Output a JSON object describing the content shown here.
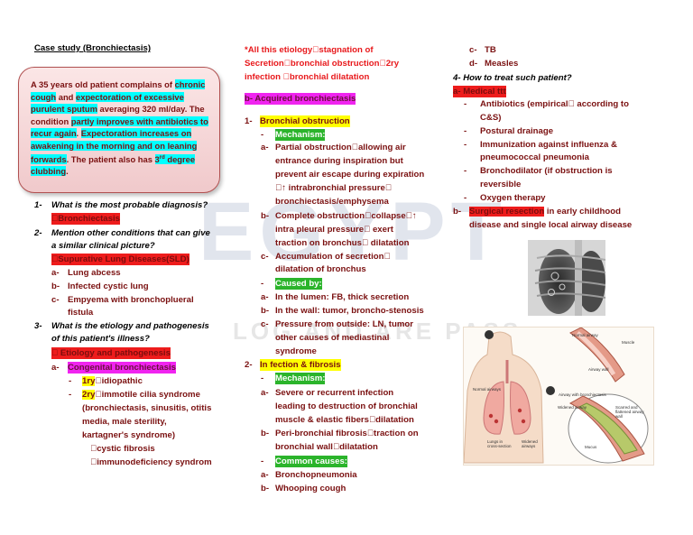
{
  "watermark": {
    "big": "EGYPT",
    "small": "LOG AND ARE PASS"
  },
  "case": {
    "heading": "Case study (Bronchiectasis)",
    "box_lines": [
      "A 35 years old patient complains of chronic",
      "cough and expectoration of excessive",
      "purulent sputum averaging 320 ml/day. The",
      "condition partly improves with antibiotics to",
      "recur again. Expectoration increases on",
      "awakening in the morning and on leaning",
      "forwards. The patient also has 3rd degree",
      "clubbing."
    ]
  },
  "col1": {
    "q1_num": "1-",
    "q1": "What is the most probable diagnosis?",
    "a1": "\u0000Bronchiectasis",
    "q2_num": "2-",
    "q2a": "Mention other conditions that can give",
    "q2b": "a similar clinical picture?",
    "a2_head": "\u0000Supurative Lung Diseases(SLD)",
    "a2_items": [
      {
        "m": "a-",
        "t": "Lung abcess"
      },
      {
        "m": "b-",
        "t": "Infected cystic lung"
      },
      {
        "m": "c-",
        "t": "Empyema with bronchoplueral"
      },
      {
        "m": "",
        "t": "fistula"
      }
    ],
    "q3_num": "3-",
    "q3a": "What is the etiology and pathogenesis",
    "q3b": "of this patient's illness?",
    "a3_head": "\u0000 Etiology and pathogenesis",
    "a3_a_m": "a-",
    "a3_a": "Congenital bronchiectasis",
    "ry1_pre": "1ry",
    "ry1": "\u0000idiopathic",
    "ry2_pre": "2ry",
    "ry2": "\u0000immotile cilia syndrome",
    "ry2_lines": [
      "(bronchiectasis, sinusitis, otitis",
      "media, male sterility,",
      "kartagner's syndrome)"
    ],
    "sub1": "\u0000cystic fibrosis",
    "sub2": "\u0000immunodeficiency syndrom"
  },
  "col2": {
    "intro": [
      "*All this etiology\u0000stagnation of",
      "Secretion\u0000bronchial obstruction\u00002ry",
      "infection \u0000bronchial dilatation"
    ],
    "b_head": "b-   Acquired bronchiectasis",
    "s1_num": "1-",
    "s1": "Bronchial obstruction",
    "mech_label": "Mechanism:",
    "mech_items": [
      {
        "m": "a-",
        "lines": [
          "Partial obstruction\u0000allowing air",
          "entrance during inspiration but",
          "prevent air escape during expiration",
          "\u0000↑ intrabronchial pressure\u0000",
          "bronchiectasis/emphysema"
        ]
      },
      {
        "m": "b-",
        "lines": [
          "Complete obstruction\u0000collapse\u0000↑",
          "intra pleural pressure\u0000 exert",
          "traction on bronchus\u0000 dilatation"
        ]
      },
      {
        "m": "c-",
        "lines": [
          "Accumulation of secretion\u0000",
          "dilatation of bronchus"
        ]
      }
    ],
    "caused_label": "Caused by:",
    "caused_items": [
      {
        "m": "a-",
        "lines": [
          "In the lumen: FB, thick secretion"
        ]
      },
      {
        "m": "b-",
        "lines": [
          "In the wall: tumor, broncho-stenosis"
        ]
      },
      {
        "m": "c-",
        "lines": [
          "Pressure from outside: LN, tumor",
          "other causes of mediastinal",
          "syndrome"
        ]
      }
    ],
    "s2_num": "2-",
    "s2": "In fection & fibrosis",
    "mech2_label": "Mechanism:",
    "mech2_items": [
      {
        "m": "a-",
        "lines": [
          "Severe or recurrent infection",
          "leading to destruction of bronchial",
          "muscle & elastic fibers\u0000dilatation"
        ]
      },
      {
        "m": "b-",
        "lines": [
          "Peri-bronchial fibrosis\u0000traction on",
          "bronchial wall\u0000dilatation"
        ]
      }
    ],
    "common_label": "Common causes:",
    "common_items": [
      {
        "m": "a-",
        "t": "Bronchopneumonia"
      },
      {
        "m": "b-",
        "t": "Whooping cough"
      }
    ]
  },
  "col3": {
    "top_items": [
      {
        "m": "c-",
        "t": "TB"
      },
      {
        "m": "d-",
        "t": "Measles"
      }
    ],
    "q4": "4-  How to treat such patient?",
    "a_head": "a-  Medical ttt",
    "med_items": [
      {
        "m": "-",
        "lines": [
          "Antibiotics (empirical\u0000 according to",
          "C&S)"
        ]
      },
      {
        "m": "-",
        "lines": [
          "Postural drainage"
        ]
      },
      {
        "m": "-",
        "lines": [
          "Immunization against influenza &",
          "pneumococcal pneumonia"
        ]
      },
      {
        "m": "-",
        "lines": [
          "Bronchodilator (if obstruction is",
          "reversible"
        ]
      },
      {
        "m": "-",
        "lines": [
          "Oxygen therapy"
        ]
      }
    ],
    "b_m": "b-",
    "b_hl": "Surgical resection",
    "b_rest": " in early childhood",
    "b_line2": "disease and single local airway disease",
    "figure_labels": [
      "Normal airway",
      "Muscle",
      "Airway wall",
      "Normal airways",
      "Airway with bronchiectasis",
      "Widened airway",
      "Scarred and flattened airway wall",
      "Mucus",
      "Lungs in cross-section",
      "Widened airways"
    ]
  }
}
